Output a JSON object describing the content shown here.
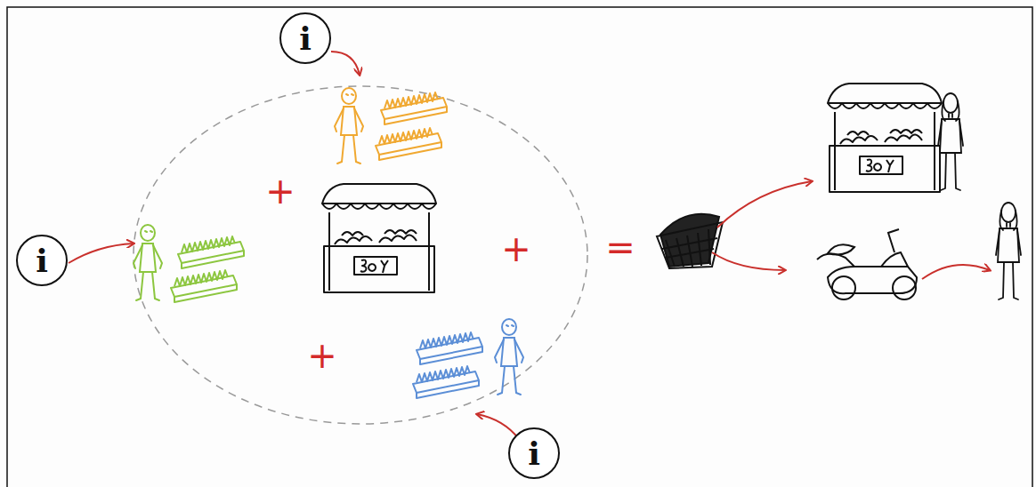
{
  "diagram": {
    "nodes": [
      {
        "text": [
          "i"
        ]
      },
      {
        "text": [
          "i"
        ]
      },
      {
        "text": [
          "i"
        ]
      }
    ],
    "labels": [
      "+",
      "+",
      "+",
      "="
    ]
  }
}
